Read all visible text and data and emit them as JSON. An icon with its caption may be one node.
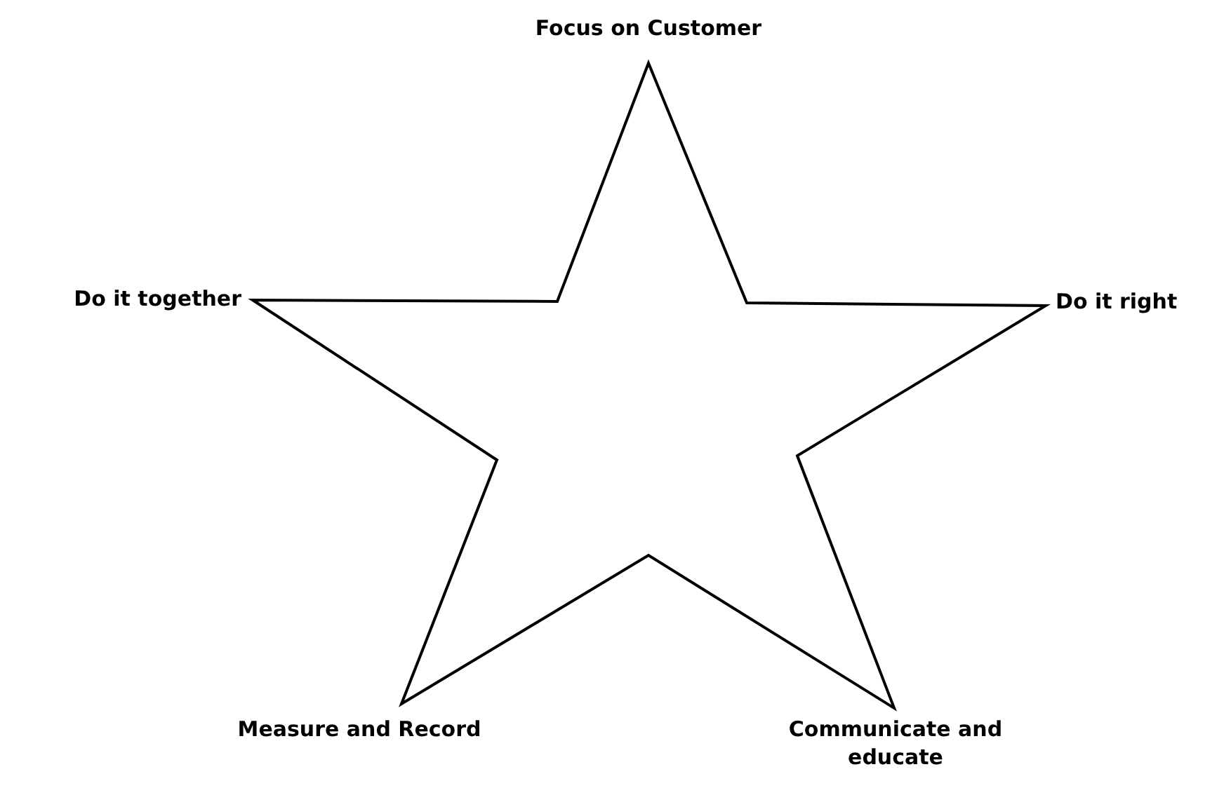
{
  "diagram": {
    "labels": [
      "Focus on Customer",
      "Do it together",
      "Do it right",
      "Measure and Record",
      "Communicate and educate"
    ]
  }
}
